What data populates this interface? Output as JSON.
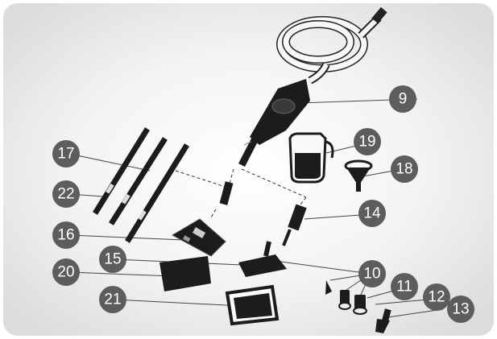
{
  "colors": {
    "badge": "#5b5d5f",
    "part_dark": "#1c1c1c",
    "part_mid": "#3a3a3a",
    "hose_white": "#f7f7f7",
    "outline": "#2a2a2a",
    "leader_line": "#444444"
  },
  "badges": {
    "b9": "9",
    "b10": "10",
    "b11": "11",
    "b12": "12",
    "b13": "13",
    "b14": "14",
    "b15": "15",
    "b16": "16",
    "b17": "17",
    "b18": "18",
    "b19": "19",
    "b20": "20",
    "b21": "21",
    "b22": "22"
  },
  "parts": {
    "hose_handle": "hose-handle",
    "extension_tubes": "extension-tubes",
    "floor_head": "floor-head",
    "window_squeegee": "window-squeegee",
    "microfiber_pad": "microfiber-pad",
    "carpet_glider": "carpet-glider",
    "measuring_jug": "measuring-jug",
    "funnel": "funnel",
    "adapter": "adapter",
    "brushes": "detail-brushes"
  }
}
